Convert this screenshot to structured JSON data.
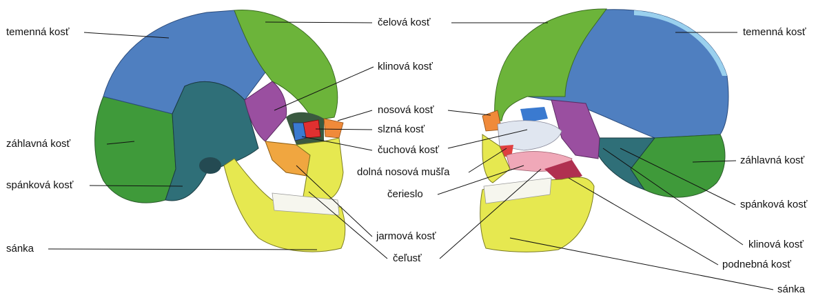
{
  "labels": {
    "left": {
      "temenna": "temenná kosť",
      "zahlavna": "záhlavná kosť",
      "spankova": "spánková kosť",
      "sanka": "sánka"
    },
    "center": {
      "celova": "čelová kosť",
      "klinova": "klinová kosť",
      "nosova": "nosová kosť",
      "slzna": "slzná kosť",
      "cuchova": "čuchová kosť",
      "dolna_musla": "dolná nosová mušľa",
      "cerieslo": "čerieslo",
      "jarmova": "jarmová kosť",
      "celust": "čeľusť"
    },
    "right": {
      "temenna": "temenná kosť",
      "zahlavna": "záhlavná kosť",
      "spankova": "spánková kosť",
      "klinova": "klinová kosť",
      "podnebna": "podnebná kosť",
      "sanka": "sánka"
    }
  },
  "bone_colors": {
    "parietal": "#4f7fc0",
    "frontal": "#6cb43a",
    "occipital": "#3f9a3a",
    "temporal": "#2f6f78",
    "sphenoid": "#9a4fa0",
    "zygomatic": "#f0a640",
    "mandible": "#e6e850",
    "nasal": "#f08a3a",
    "lacrimal": "#e03030",
    "ethmoid": "#3a7ad0",
    "concha": "#e0e6f0",
    "vomer": "#f0a8b8",
    "palatine": "#b03050",
    "teeth": "#f6f6ee"
  }
}
